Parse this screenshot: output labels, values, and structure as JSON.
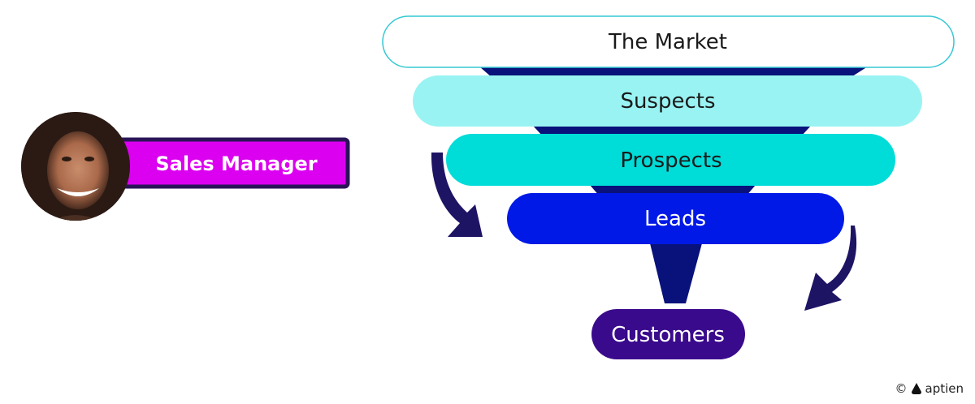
{
  "role": {
    "label": "Sales Manager"
  },
  "funnel": {
    "stages": [
      {
        "label": "The Market",
        "fill": "#ffffff",
        "stroke": "#35c9d4",
        "text_color": "#1a1a1a"
      },
      {
        "label": "Suspects",
        "fill": "#9af3f3",
        "stroke": "none",
        "text_color": "#1a1a1a"
      },
      {
        "label": "Prospects",
        "fill": "#00dcd8",
        "stroke": "none",
        "text_color": "#1a1a1a"
      },
      {
        "label": "Leads",
        "fill": "#0019e6",
        "stroke": "none",
        "text_color": "#ffffff"
      }
    ],
    "outcome": {
      "label": "Customers",
      "fill": "#3a0a8c",
      "text_color": "#ffffff"
    },
    "connector_color": "#08127a",
    "arrow_color": "#1e1464"
  },
  "colors": {
    "role_badge": "#dc00f0",
    "role_border": "#2a1458",
    "avatar_bg": "#5a3a2e"
  },
  "credit": {
    "symbol": "©",
    "brand": "aptien"
  }
}
